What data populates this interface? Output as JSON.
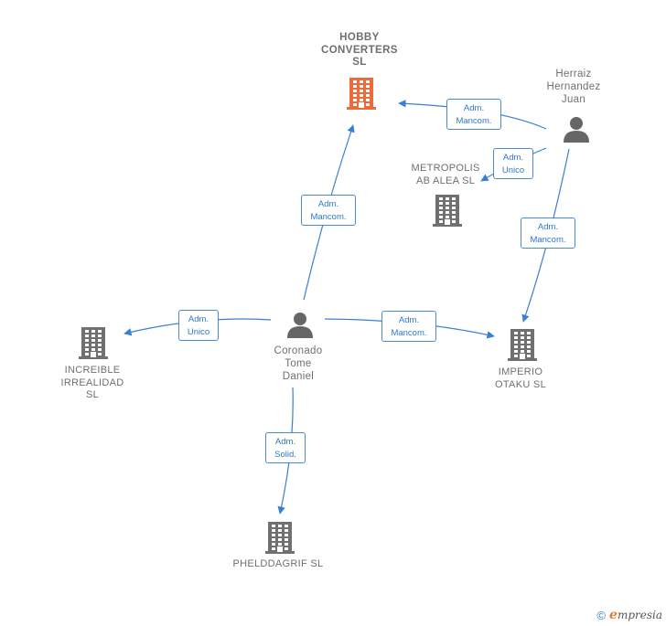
{
  "colors": {
    "edge": "#3a7fd5",
    "highlight_company": "#ef6a3a",
    "company": "#707070",
    "person": "#666666"
  },
  "nodes": {
    "hobby": {
      "lines": [
        "HOBBY",
        "CONVERTERS",
        "SL"
      ],
      "icon": "building-icon"
    },
    "metropolis": {
      "lines": [
        "METROPOLIS",
        "AB ALEA SL"
      ],
      "icon": "building-icon"
    },
    "increible": {
      "lines": [
        "INCREIBLE",
        "IRREALIDAD",
        "SL"
      ],
      "icon": "building-icon"
    },
    "imperio": {
      "lines": [
        "IMPERIO",
        "OTAKU SL"
      ],
      "icon": "building-icon"
    },
    "phelddagrif": {
      "lines": [
        "PHELDDAGRIF SL"
      ],
      "icon": "building-icon"
    },
    "herraiz": {
      "lines": [
        "Herraiz",
        "Hernandez",
        "Juan"
      ],
      "icon": "person-icon"
    },
    "coronado": {
      "lines": [
        "Coronado",
        "Tome",
        "Daniel"
      ],
      "icon": "person-icon"
    }
  },
  "edges": [
    {
      "from": "herraiz",
      "to": "hobby",
      "label": [
        "Adm.",
        "Mancom."
      ]
    },
    {
      "from": "herraiz",
      "to": "metropolis",
      "label": [
        "Adm.",
        "Unico"
      ]
    },
    {
      "from": "herraiz",
      "to": "imperio",
      "label": [
        "Adm.",
        "Mancom."
      ]
    },
    {
      "from": "coronado",
      "to": "hobby",
      "label": [
        "Adm.",
        "Mancom."
      ]
    },
    {
      "from": "coronado",
      "to": "increible",
      "label": [
        "Adm.",
        "Unico"
      ]
    },
    {
      "from": "coronado",
      "to": "imperio",
      "label": [
        "Adm.",
        "Mancom."
      ]
    },
    {
      "from": "coronado",
      "to": "phelddagrif",
      "label": [
        "Adm.",
        "Solid."
      ]
    }
  ],
  "footer": {
    "copyright": "©",
    "brand_initial": "e",
    "brand_rest": "mpresia"
  }
}
